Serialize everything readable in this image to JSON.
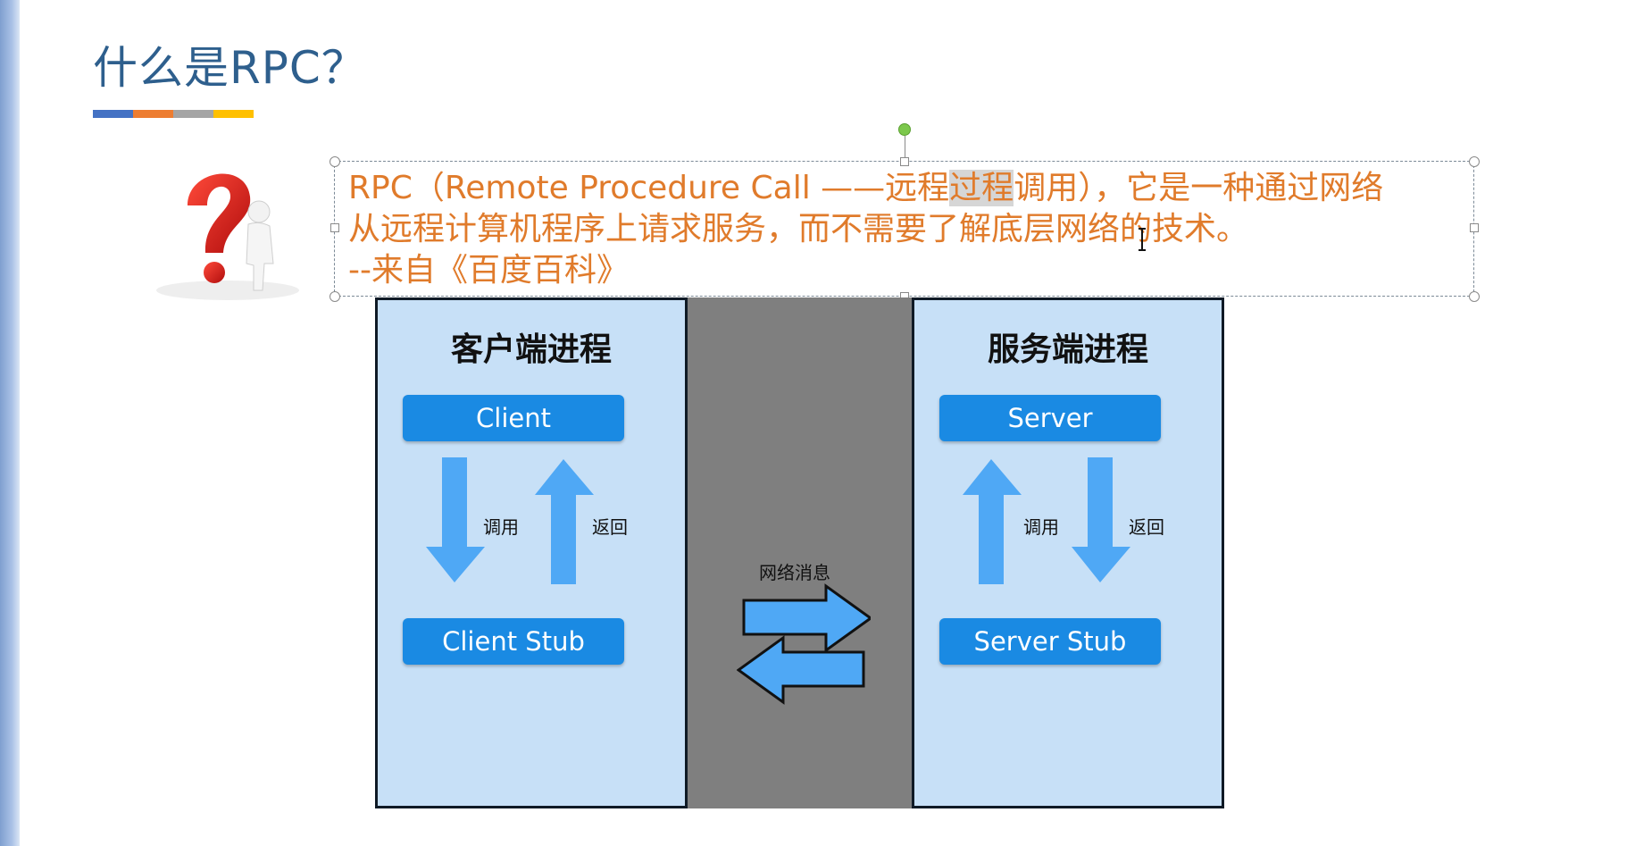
{
  "slide": {
    "title": "什么是RPC？",
    "title_bar_colors": [
      "#4472c4",
      "#ed7d31",
      "#a5a5a5",
      "#ffc000"
    ],
    "quote": {
      "line1_a": "RPC（Remote Procedure Call ——远程",
      "line1_hl": "过程",
      "line1_b": "调用），它是一种通过网络",
      "line2": "从远程计算机程序上请求服务，而不需要了解底层网络的技术。",
      "line3": "--来自《百度百科》",
      "color": "#e07b2b"
    }
  },
  "diagram": {
    "client_panel": {
      "title": "客户端进程",
      "top_box": "Client",
      "bottom_box": "Client Stub",
      "call_label": "调用",
      "return_label": "返回"
    },
    "server_panel": {
      "title": "服务端进程",
      "top_box": "Server",
      "bottom_box": "Server Stub",
      "call_label": "调用",
      "return_label": "返回"
    },
    "network_label": "网络消息",
    "colors": {
      "panel": "#c7e0f7",
      "box": "#1a8ae3",
      "arrow": "#4fa8f5",
      "middle": "#7f7f7f"
    }
  }
}
